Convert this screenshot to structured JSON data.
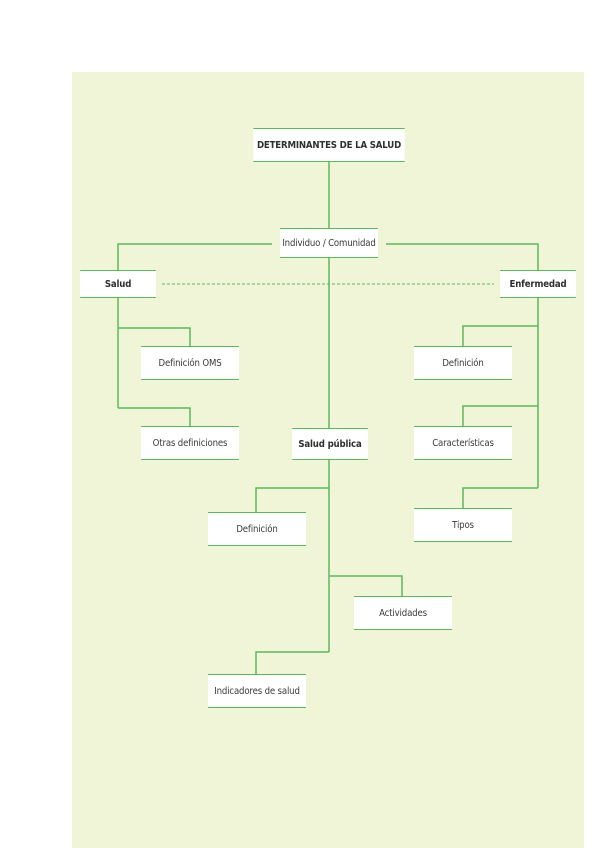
{
  "colors": {
    "background": "#f1f5d8",
    "line": "#5cb85c",
    "node_fill": "#ffffff"
  },
  "diagram": {
    "root": "DETERMINANTES DE LA SALUD",
    "hub": "Individuo / Comunidad",
    "left_branch": "Salud",
    "right_branch": "Enfermedad",
    "center_branch": "Salud pública",
    "salud_children": [
      "Definición OMS",
      "Otras definiciones"
    ],
    "enfermedad_children": [
      "Definición",
      "Características",
      "Tipos"
    ],
    "salud_publica_children": [
      "Definición",
      "Actividades",
      "Indicadores de salud"
    ]
  }
}
